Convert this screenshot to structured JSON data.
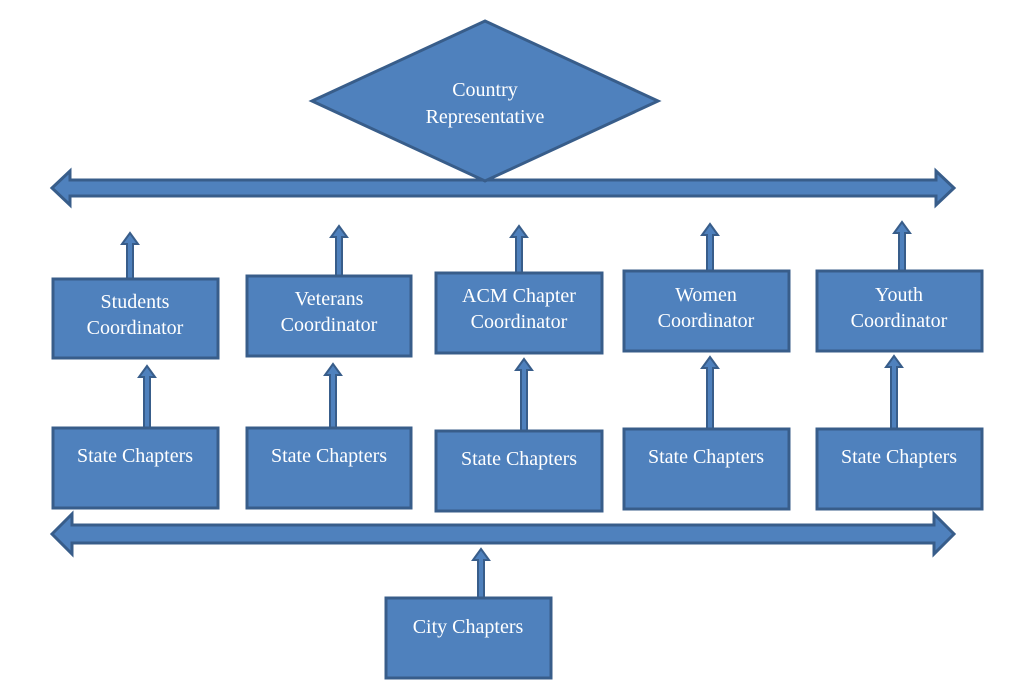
{
  "top": {
    "label_line1": "Country",
    "label_line2": "Representative"
  },
  "coordinators": [
    {
      "line1": "Students",
      "line2": "Coordinator"
    },
    {
      "line1": "Veterans",
      "line2": "Coordinator"
    },
    {
      "line1": "ACM Chapter",
      "line2": "Coordinator"
    },
    {
      "line1": "Women",
      "line2": "Coordinator"
    },
    {
      "line1": "Youth",
      "line2": "Coordinator"
    }
  ],
  "state_chapters": [
    "State Chapters",
    "State Chapters",
    "State Chapters",
    "State Chapters",
    "State Chapters"
  ],
  "city": {
    "label": "City Chapters"
  },
  "colors": {
    "fill": "#4F81BD",
    "stroke": "#385D8A",
    "arrow_fill": "#4F81BD",
    "text": "#FFFFFF"
  }
}
